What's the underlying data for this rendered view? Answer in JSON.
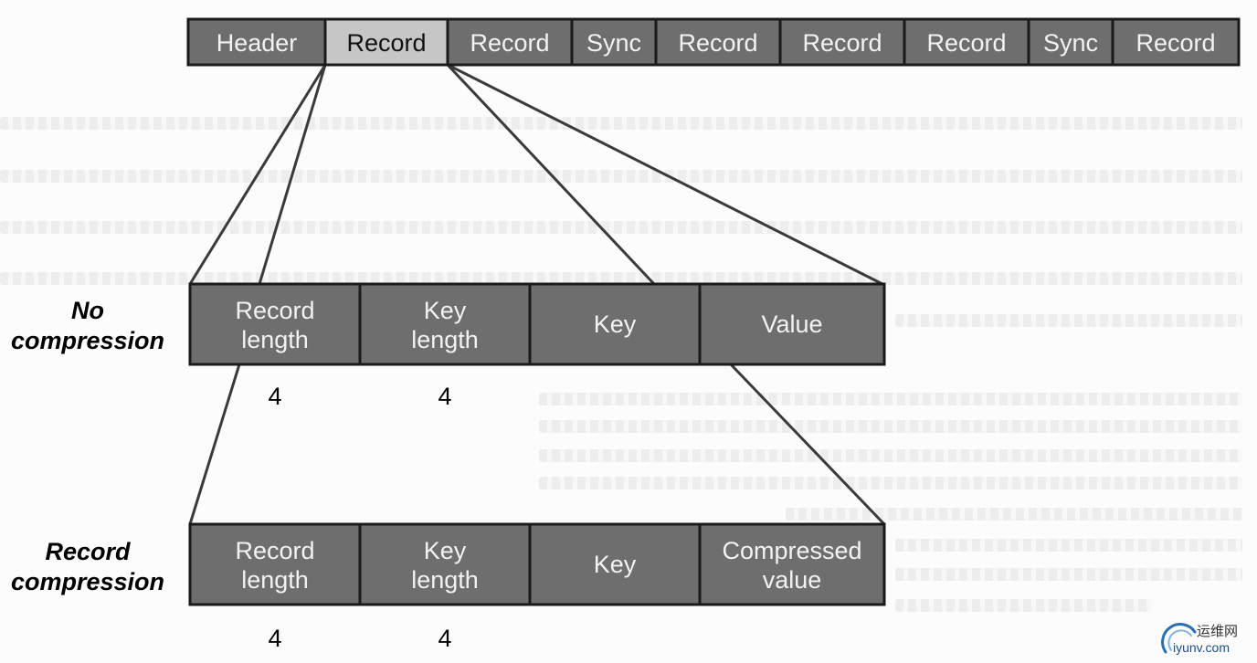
{
  "top_row": {
    "cells": [
      "Header",
      "Record",
      "Record",
      "Sync",
      "Record",
      "Record",
      "Record",
      "Sync",
      "Record"
    ],
    "highlighted_index": 1
  },
  "no_compression": {
    "label_line1": "No",
    "label_line2": "compression",
    "cells": [
      {
        "line1": "Record",
        "line2": "length"
      },
      {
        "line1": "Key",
        "line2": "length"
      },
      {
        "line1": "Key",
        "line2": ""
      },
      {
        "line1": "Value",
        "line2": ""
      }
    ],
    "sizes": [
      "4",
      "4"
    ]
  },
  "record_compression": {
    "label_line1": "Record",
    "label_line2": "compression",
    "cells": [
      {
        "line1": "Record",
        "line2": "length"
      },
      {
        "line1": "Key",
        "line2": "length"
      },
      {
        "line1": "Key",
        "line2": ""
      },
      {
        "line1": "Compressed",
        "line2": "value"
      }
    ],
    "sizes": [
      "4",
      "4"
    ]
  },
  "colors": {
    "cell_fill": "#6e6e6e",
    "cell_highlight": "#c6c6c6",
    "border": "#1a1a1a",
    "line": "#3a3a3a"
  },
  "watermark": {
    "top": "运维网",
    "bottom": "iyunv.com"
  }
}
